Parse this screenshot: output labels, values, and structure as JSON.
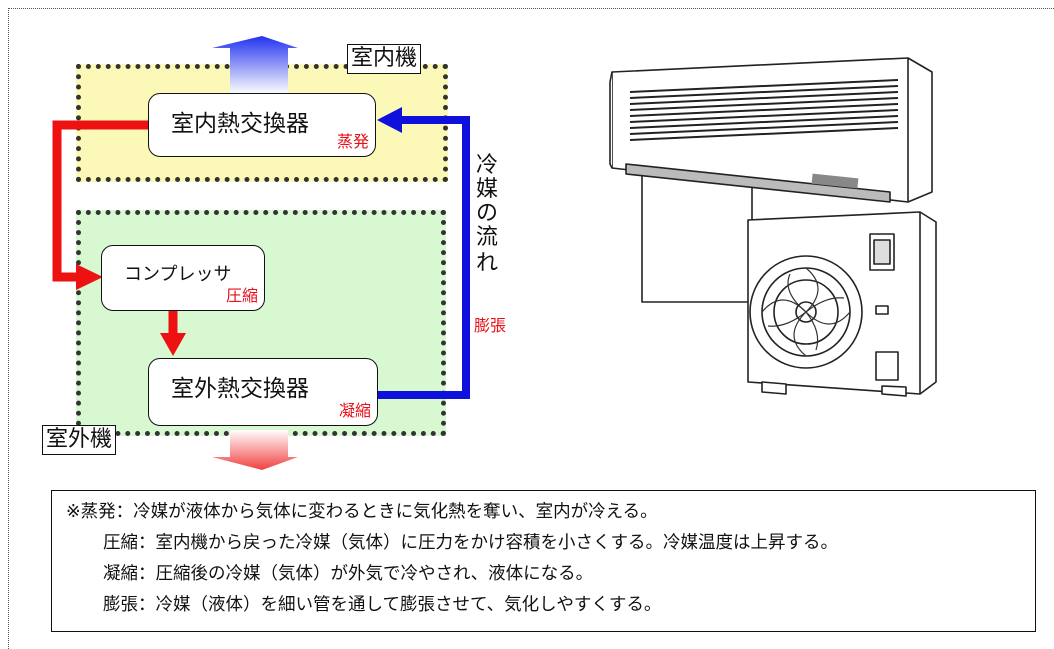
{
  "labels": {
    "indoor_unit": "室内機",
    "outdoor_unit": "室外機",
    "indoor_exchanger": "室内熱交換器",
    "evaporation": "蒸発",
    "compressor": "コンプレッサ",
    "compression": "圧縮",
    "outdoor_exchanger": "室外熱交換器",
    "condensation": "凝縮",
    "expansion": "膨張",
    "refrigerant_flow": [
      "冷",
      "媒",
      "の",
      "流",
      "れ"
    ]
  },
  "notes": [
    "※蒸発：冷媒が液体から気体に変わるときに気化熱を奪い、室内が冷える。",
    "圧縮：室内機から戻った冷媒（気体）に圧力をかけ容積を小さくする。冷媒温度は上昇する。",
    "凝縮：圧縮後の冷媒（気体）が外気で冷やされ、液体になる。",
    "膨張：冷媒（液体）を細い管を通して膨張させて、気化しやすくする。"
  ],
  "colors": {
    "hot_pipe": "#ee1111",
    "cold_pipe": "#1010dd",
    "indoor_zone": "#fbf8b8",
    "outdoor_zone": "#d8f8d2",
    "accent_text": "#e8101a"
  }
}
